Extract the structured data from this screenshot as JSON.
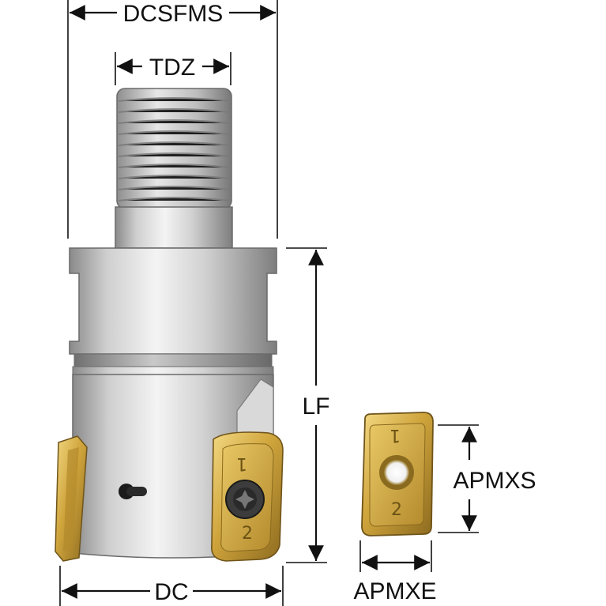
{
  "dimensions": {
    "dcsfms": "DCSFMS",
    "tdz": "TDZ",
    "lf": "LF",
    "dc": "DC",
    "apmxs": "APMXS",
    "apmxe": "APMXE"
  },
  "insert_marks": {
    "top": "1",
    "bottom": "2"
  },
  "colors": {
    "body_light": "#e8e8e8",
    "body_mid": "#b9b9b9",
    "body_dark": "#7d7d7d",
    "insert_gold": "#d8b24a",
    "insert_dark": "#8a6a1e",
    "line": "#111111"
  }
}
